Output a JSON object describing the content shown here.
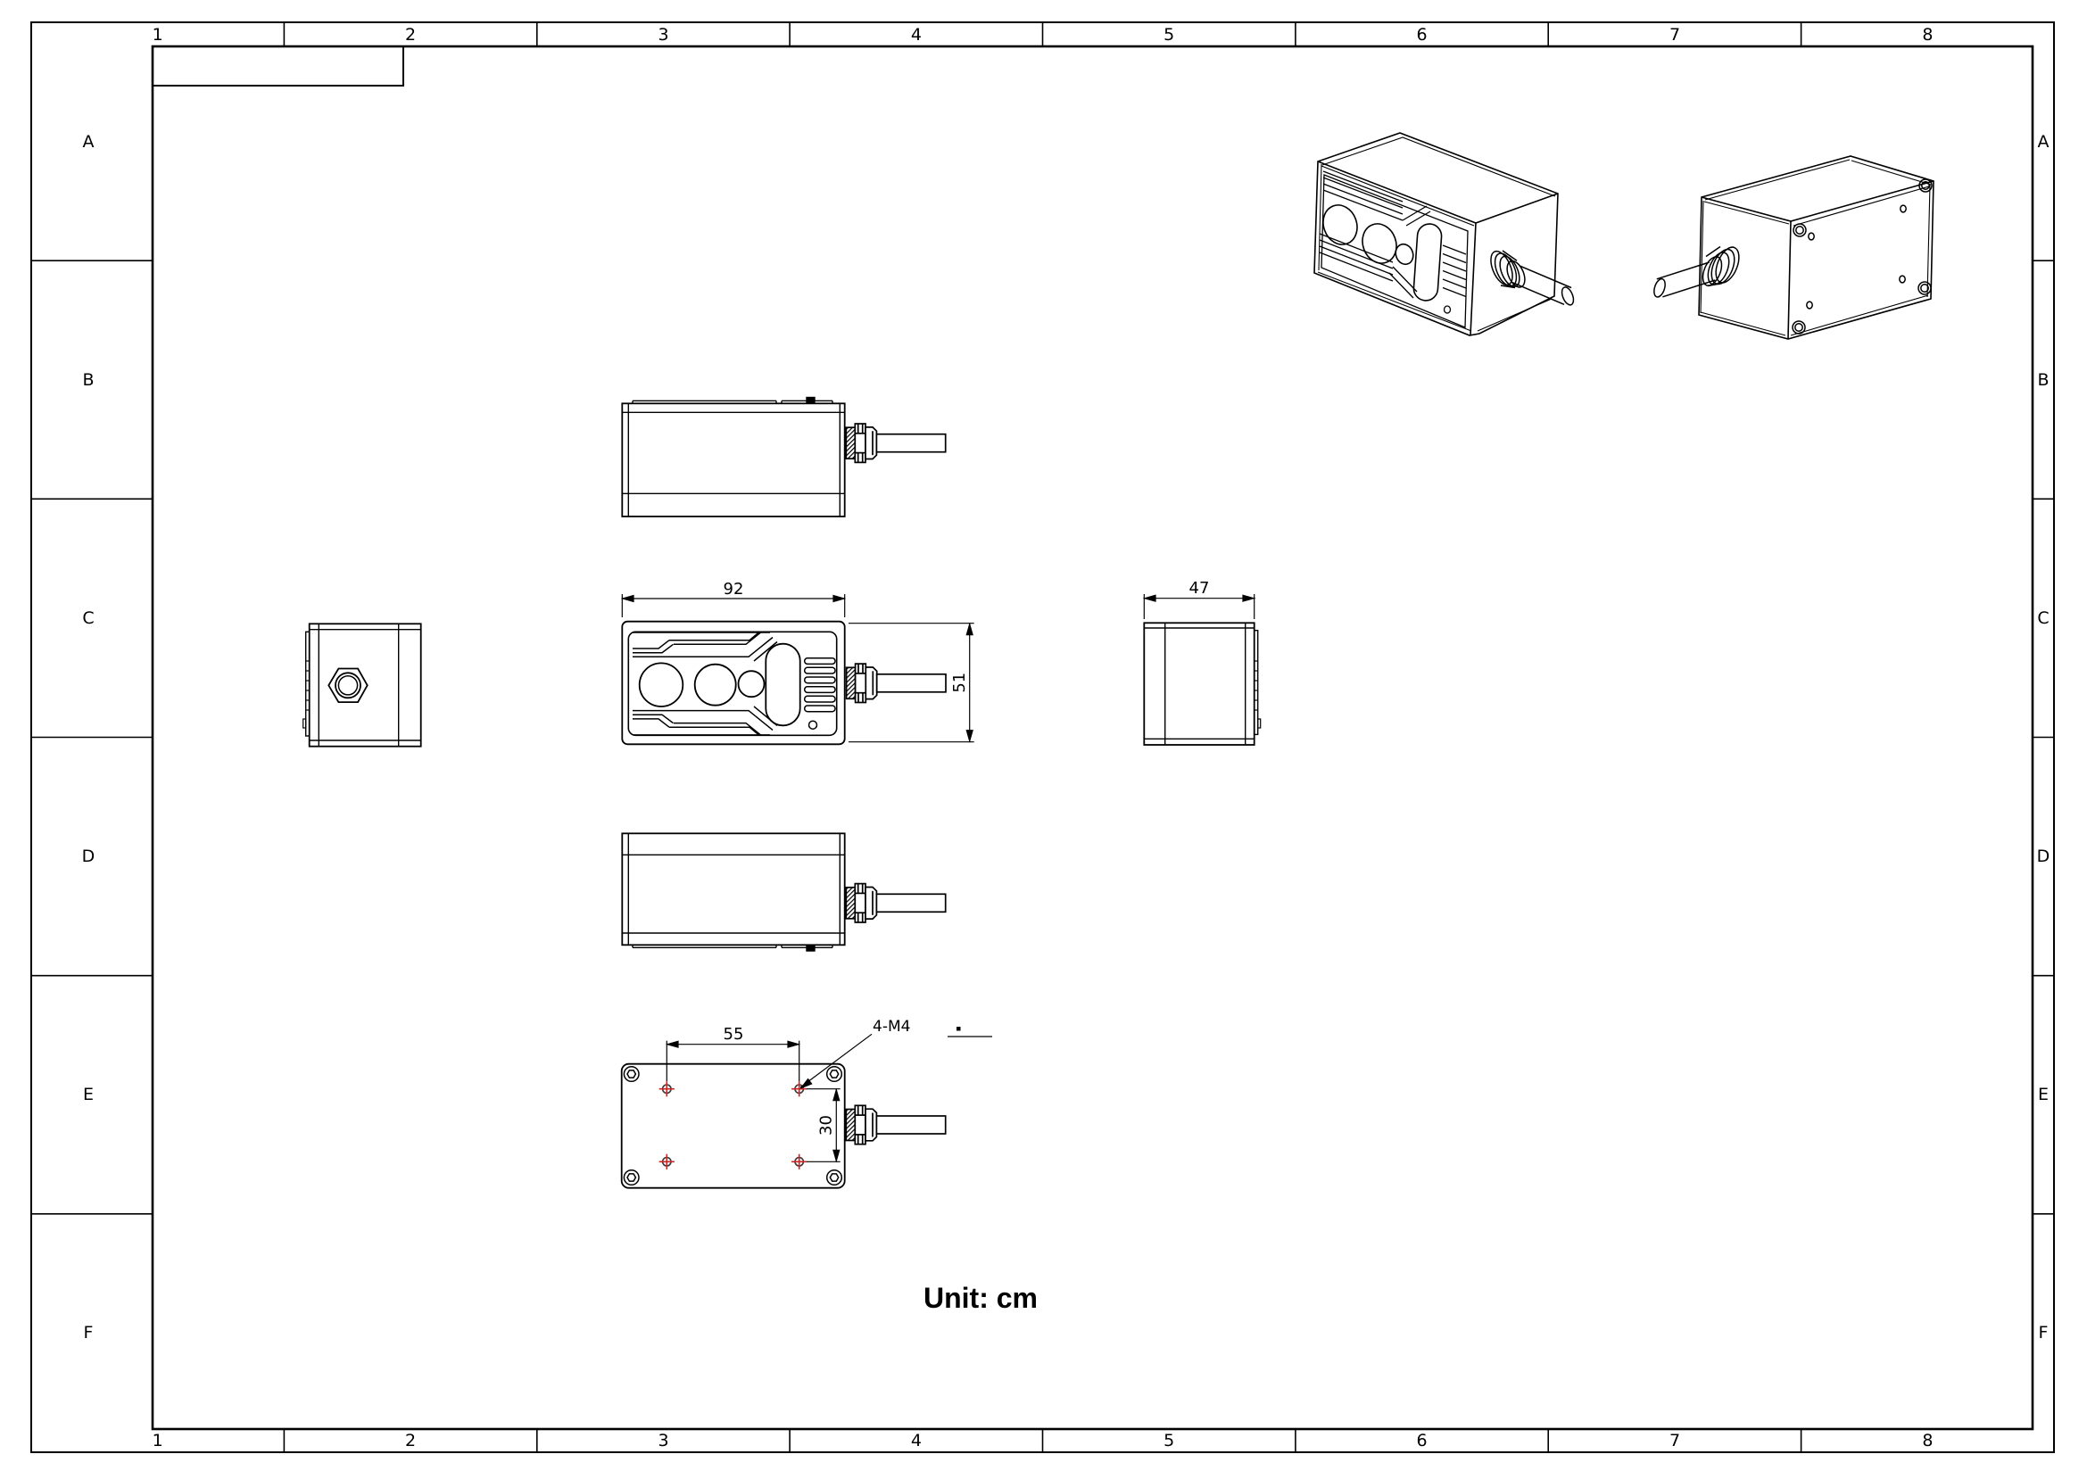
{
  "page": {
    "background": "#ffffff",
    "line_color": "#000000",
    "hole_marker_color": "#cc2222"
  },
  "grid": {
    "columns": [
      "1",
      "2",
      "3",
      "4",
      "5",
      "6",
      "7",
      "8"
    ],
    "rows": [
      "A",
      "B",
      "C",
      "D",
      "E",
      "F"
    ]
  },
  "annotations": {
    "unit_note": "Unit: cm",
    "leader_dot": "."
  },
  "dimensions": {
    "width": "92",
    "height": "51",
    "depth": "47",
    "hole_spacing_horizontal": "55",
    "hole_spacing_vertical": "30",
    "thread_callout": "4-M4"
  }
}
